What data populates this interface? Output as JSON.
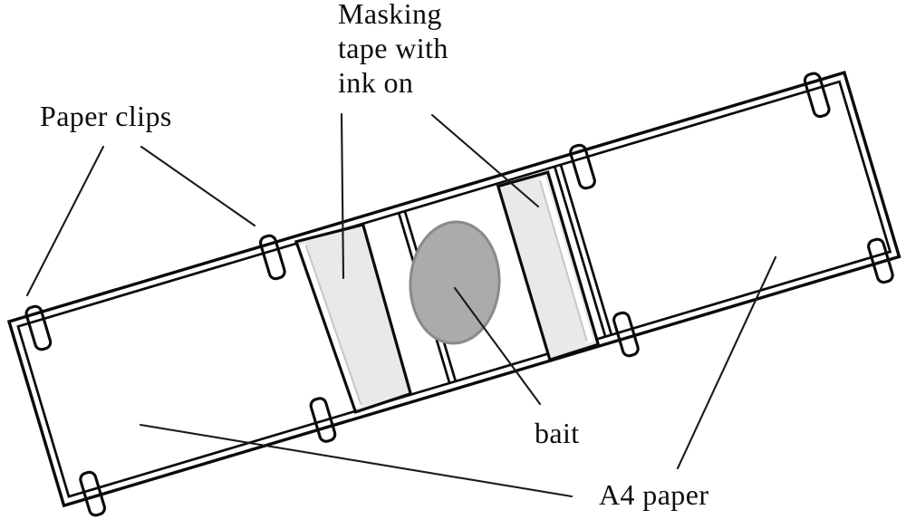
{
  "figure": {
    "kind": "experimental-setup-line-diagram",
    "background": "#ffffff",
    "labels": {
      "paper_clips": "Paper clips",
      "masking_tape_full": "Masking tape with ink on",
      "masking_tape_lines": [
        "Masking",
        "tape with",
        "ink on"
      ],
      "bait": "bait",
      "a4_paper": "A4 paper"
    },
    "colors": {
      "outline": "#0a0a0a",
      "leader_line": "#1a1a1a",
      "paper_fill": "#ffffff",
      "tape_fill": "#e9e9e9",
      "tape_highlight_line": "#c6c6c6",
      "bait_fill": "#ababab",
      "bait_stroke": "#8a8a8a",
      "label_text": "#0d0d0d"
    },
    "counts": {
      "paper_clips": 8,
      "masking_tape_strips": 2,
      "a4_sheets": 2,
      "bait": 1,
      "leader_lines": 7
    }
  }
}
